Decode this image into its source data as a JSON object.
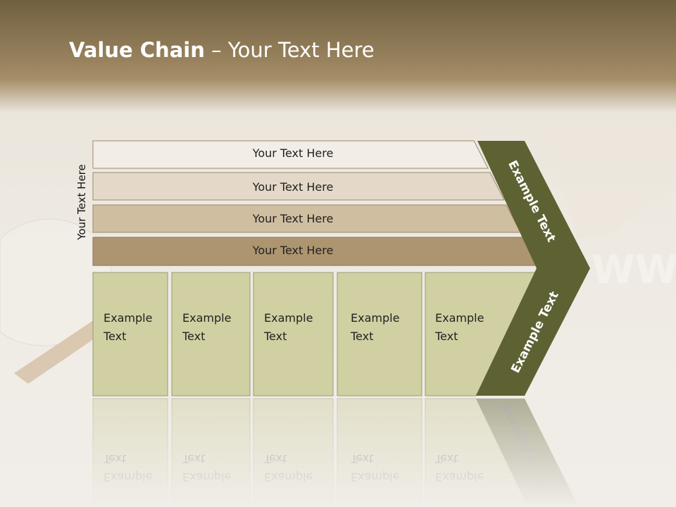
{
  "slide": {
    "title_bold": "Value Chain",
    "title_rest": " – Your Text Here",
    "side_label": "Your Text Here",
    "bars": [
      {
        "label": "Your Text Here",
        "color": "#f2ede6"
      },
      {
        "label": "Your Text Here",
        "color": "#e4d9c8"
      },
      {
        "label": "Your Text Here",
        "color": "#cfbea0"
      },
      {
        "label": "Your Text Here",
        "color": "#ad9570"
      }
    ],
    "boxes": [
      {
        "line1": "Example",
        "line2": "Text"
      },
      {
        "line1": "Example",
        "line2": "Text"
      },
      {
        "line1": "Example",
        "line2": "Text"
      },
      {
        "line1": "Example",
        "line2": "Text"
      },
      {
        "line1": "Example",
        "line2": "Text"
      }
    ],
    "arrow_upper_label": "Example Text",
    "arrow_lower_label": "Example Text",
    "colors": {
      "box_fill": "#d0d0a2",
      "arrow_fill": "#5e6233",
      "header": "#8a7653"
    }
  }
}
